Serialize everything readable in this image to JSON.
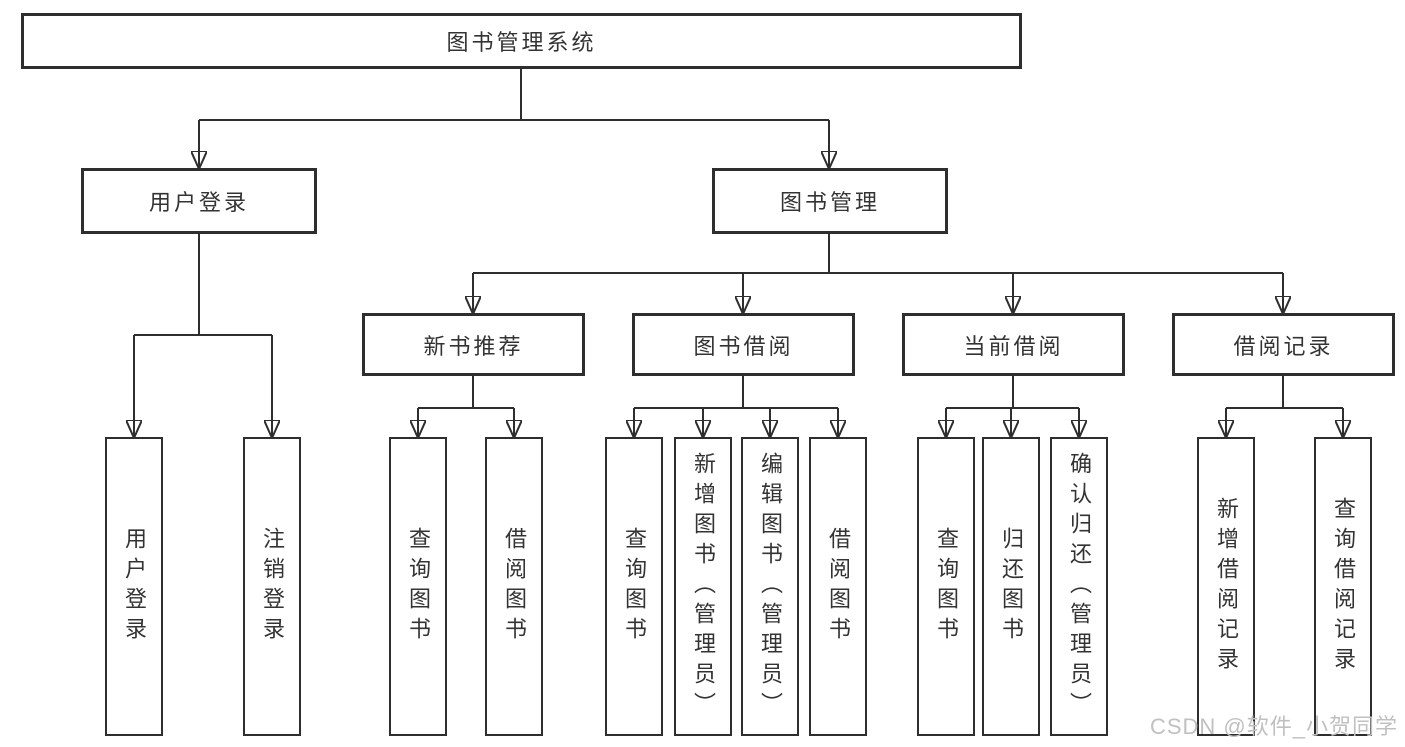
{
  "tree": {
    "label": "图书管理系统",
    "children": [
      {
        "label": "用户登录",
        "children": [
          {
            "label": "用户登录"
          },
          {
            "label": "注销登录"
          }
        ]
      },
      {
        "label": "图书管理",
        "children": [
          {
            "label": "新书推荐",
            "children": [
              {
                "label": "查询图书"
              },
              {
                "label": "借阅图书"
              }
            ]
          },
          {
            "label": "图书借阅",
            "children": [
              {
                "label": "查询图书"
              },
              {
                "label": "新增图书（管理员）"
              },
              {
                "label": "编辑图书（管理员）"
              },
              {
                "label": "借阅图书"
              }
            ]
          },
          {
            "label": "当前借阅",
            "children": [
              {
                "label": "查询图书"
              },
              {
                "label": "归还图书"
              },
              {
                "label": "确认归还（管理员）"
              }
            ]
          },
          {
            "label": "借阅记录",
            "children": [
              {
                "label": "新增借阅记录"
              },
              {
                "label": "查询借阅记录"
              }
            ]
          }
        ]
      }
    ]
  },
  "watermark": {
    "text": "CSDN @软件_小贺同学"
  },
  "colors": {
    "line": "#2e2e2e",
    "text": "#333333",
    "box_background": "#ffffff",
    "page_background": "#ffffff",
    "watermark": "#c0c0c0"
  }
}
